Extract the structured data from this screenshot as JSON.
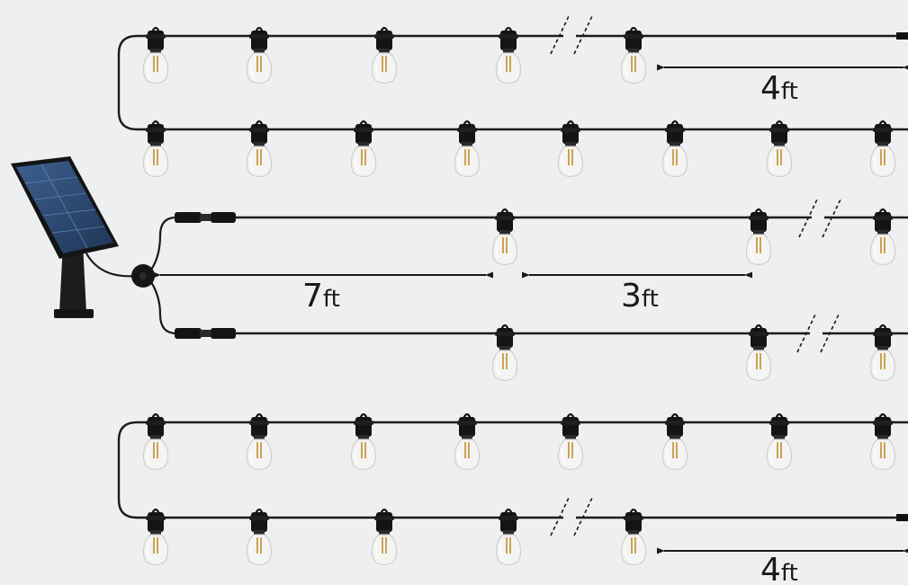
{
  "diagram": {
    "background": "#eeeff1",
    "wire_color": "#1b1b1b",
    "bulb_glass": "#f3f3f1",
    "filament": "#c99a44",
    "panel_color": "#2b4a74"
  },
  "measurements": {
    "top_spacing": {
      "number": "4",
      "unit": "ft"
    },
    "lead_length": {
      "number": "7",
      "unit": "ft"
    },
    "bulb_spacing": {
      "number": "3",
      "unit": "ft"
    },
    "bottom_spacing": {
      "number": "4",
      "unit": "ft"
    }
  }
}
